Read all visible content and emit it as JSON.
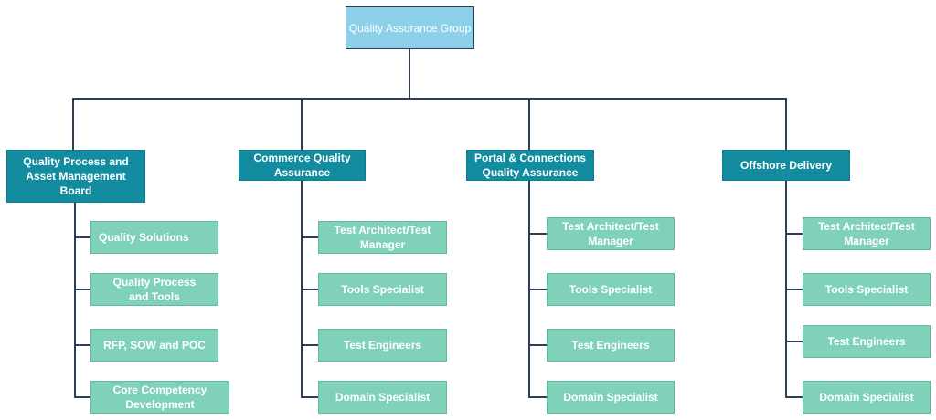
{
  "colors": {
    "line": "#2c3e5c",
    "root": "#8ecfea",
    "dept": "#138c9f",
    "role": "#7fd1b9"
  },
  "root": {
    "label": "Quality Assurance Group"
  },
  "departments": [
    {
      "label": "Quality Process and Asset Management Board",
      "roles": [
        "Quality Solutions",
        "Quality Process and Tools",
        "RFP, SOW and POC",
        "Core Competency Development"
      ]
    },
    {
      "label": "Commerce Quality Assurance",
      "roles": [
        "Test Architect/Test Manager",
        "Tools Specialist",
        "Test Engineers",
        "Domain Specialist"
      ]
    },
    {
      "label": "Portal & Connections Quality Assurance",
      "roles": [
        "Test Architect/Test Manager",
        "Tools Specialist",
        "Test Engineers",
        "Domain Specialist"
      ]
    },
    {
      "label": "Offshore Delivery",
      "roles": [
        "Test Architect/Test Manager",
        "Tools Specialist",
        "Test Engineers",
        "Domain Specialist"
      ]
    }
  ]
}
